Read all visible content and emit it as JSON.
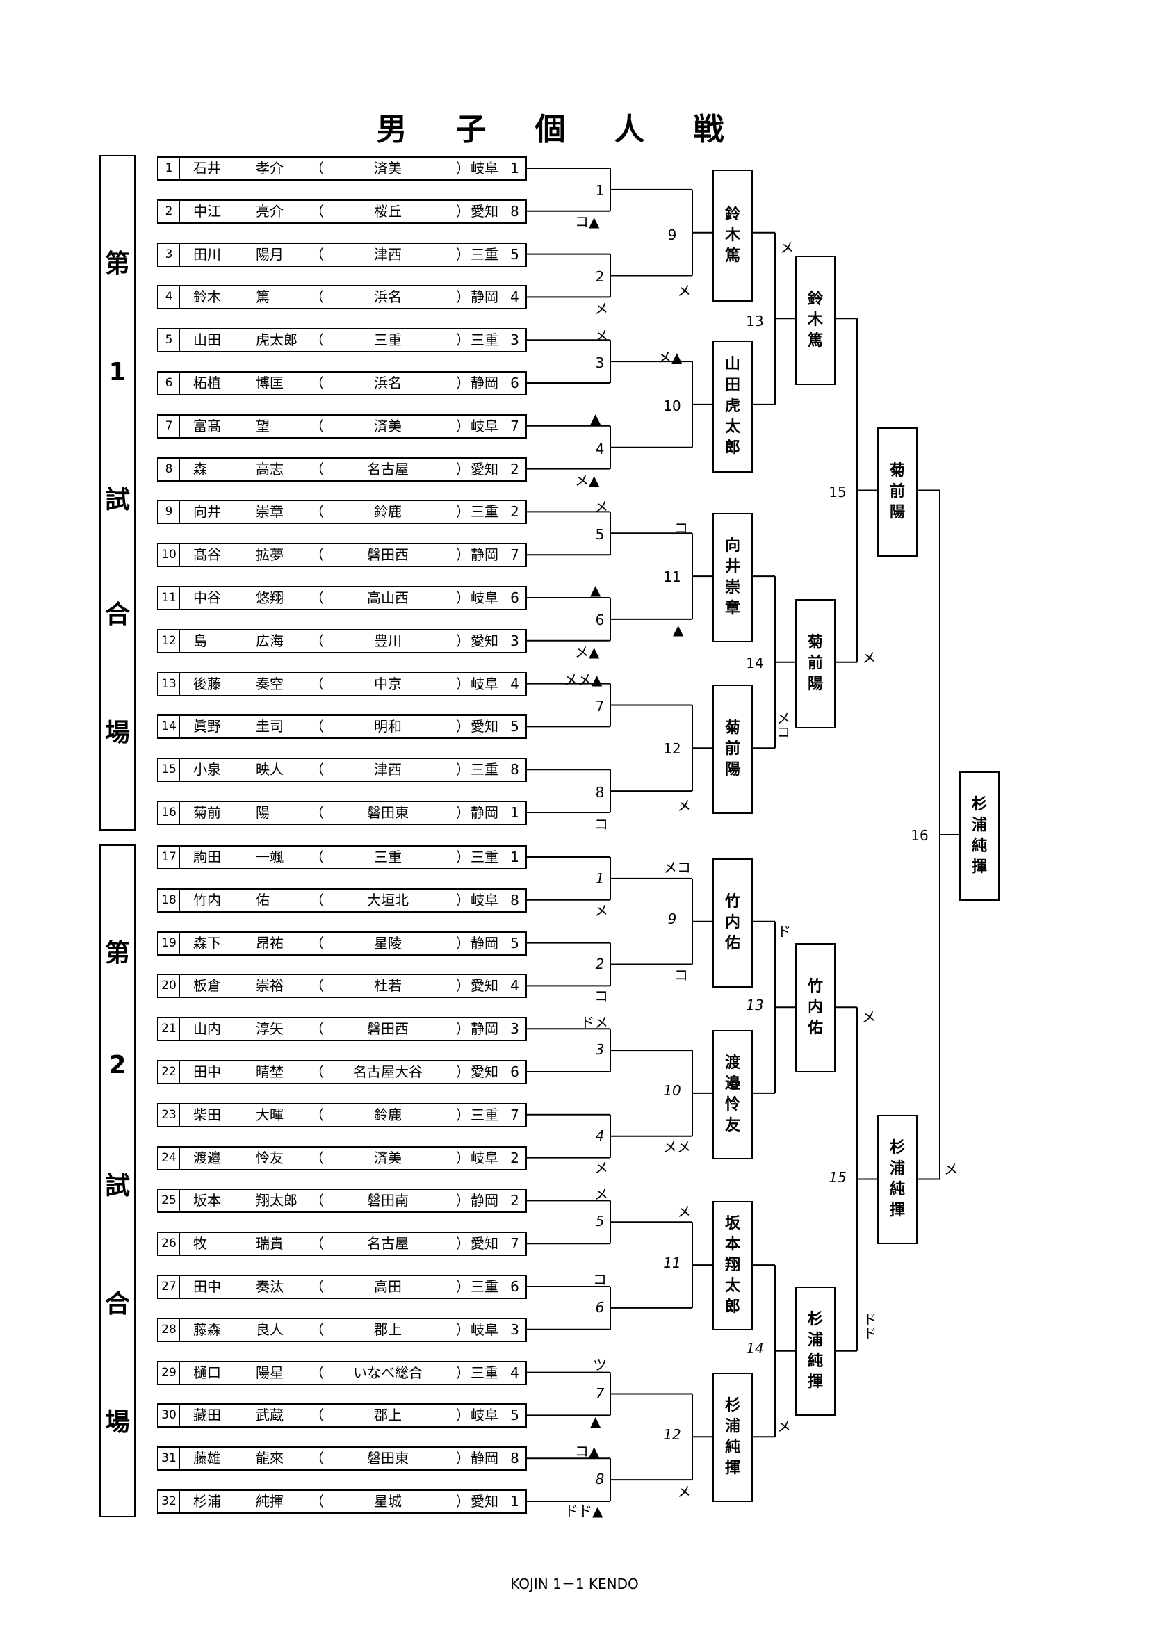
{
  "title": "男子個人戦",
  "courts": [
    {
      "chars": [
        "第",
        "1",
        "試",
        "合",
        "場"
      ]
    },
    {
      "chars": [
        "第",
        "2",
        "試",
        "合",
        "場"
      ]
    }
  ],
  "players": [
    {
      "num": "1",
      "last": "石井",
      "first": "孝介",
      "school": "済美",
      "pref": "岐阜",
      "rank": "1"
    },
    {
      "num": "2",
      "last": "中江",
      "first": "亮介",
      "school": "桜丘",
      "pref": "愛知",
      "rank": "8"
    },
    {
      "num": "3",
      "last": "田川",
      "first": "陽月",
      "school": "津西",
      "pref": "三重",
      "rank": "5"
    },
    {
      "num": "4",
      "last": "鈴木",
      "first": "篤",
      "school": "浜名",
      "pref": "静岡",
      "rank": "4"
    },
    {
      "num": "5",
      "last": "山田",
      "first": "虎太郎",
      "school": "三重",
      "pref": "三重",
      "rank": "3"
    },
    {
      "num": "6",
      "last": "柘植",
      "first": "博匡",
      "school": "浜名",
      "pref": "静岡",
      "rank": "6"
    },
    {
      "num": "7",
      "last": "富髙",
      "first": "望",
      "school": "済美",
      "pref": "岐阜",
      "rank": "7"
    },
    {
      "num": "8",
      "last": "森",
      "first": "高志",
      "school": "名古屋",
      "pref": "愛知",
      "rank": "2"
    },
    {
      "num": "9",
      "last": "向井",
      "first": "崇章",
      "school": "鈴鹿",
      "pref": "三重",
      "rank": "2"
    },
    {
      "num": "10",
      "last": "髙谷",
      "first": "拡夢",
      "school": "磐田西",
      "pref": "静岡",
      "rank": "7"
    },
    {
      "num": "11",
      "last": "中谷",
      "first": "悠翔",
      "school": "高山西",
      "pref": "岐阜",
      "rank": "6"
    },
    {
      "num": "12",
      "last": "島",
      "first": "広海",
      "school": "豊川",
      "pref": "愛知",
      "rank": "3"
    },
    {
      "num": "13",
      "last": "後藤",
      "first": "奏空",
      "school": "中京",
      "pref": "岐阜",
      "rank": "4"
    },
    {
      "num": "14",
      "last": "眞野",
      "first": "圭司",
      "school": "明和",
      "pref": "愛知",
      "rank": "5"
    },
    {
      "num": "15",
      "last": "小泉",
      "first": "映人",
      "school": "津西",
      "pref": "三重",
      "rank": "8"
    },
    {
      "num": "16",
      "last": "菊前",
      "first": "陽",
      "school": "磐田東",
      "pref": "静岡",
      "rank": "1"
    },
    {
      "num": "17",
      "last": "駒田",
      "first": "一颯",
      "school": "三重",
      "pref": "三重",
      "rank": "1"
    },
    {
      "num": "18",
      "last": "竹内",
      "first": "佑",
      "school": "大垣北",
      "pref": "岐阜",
      "rank": "8"
    },
    {
      "num": "19",
      "last": "森下",
      "first": "昂祐",
      "school": "星陵",
      "pref": "静岡",
      "rank": "5"
    },
    {
      "num": "20",
      "last": "板倉",
      "first": "崇裕",
      "school": "杜若",
      "pref": "愛知",
      "rank": "4"
    },
    {
      "num": "21",
      "last": "山内",
      "first": "淳矢",
      "school": "磐田西",
      "pref": "静岡",
      "rank": "3"
    },
    {
      "num": "22",
      "last": "田中",
      "first": "晴埜",
      "school": "名古屋大谷",
      "pref": "愛知",
      "rank": "6"
    },
    {
      "num": "23",
      "last": "柴田",
      "first": "大暉",
      "school": "鈴鹿",
      "pref": "三重",
      "rank": "7"
    },
    {
      "num": "24",
      "last": "渡邉",
      "first": "怜友",
      "school": "済美",
      "pref": "岐阜",
      "rank": "2"
    },
    {
      "num": "25",
      "last": "坂本",
      "first": "翔太郎",
      "school": "磐田南",
      "pref": "静岡",
      "rank": "2"
    },
    {
      "num": "26",
      "last": "牧",
      "first": "瑞貴",
      "school": "名古屋",
      "pref": "愛知",
      "rank": "7"
    },
    {
      "num": "27",
      "last": "田中",
      "first": "奏汰",
      "school": "高田",
      "pref": "三重",
      "rank": "6"
    },
    {
      "num": "28",
      "last": "藤森",
      "first": "良人",
      "school": "郡上",
      "pref": "岐阜",
      "rank": "3"
    },
    {
      "num": "29",
      "last": "樋口",
      "first": "陽星",
      "school": "いなべ総合",
      "pref": "三重",
      "rank": "4"
    },
    {
      "num": "30",
      "last": "藏田",
      "first": "武蔵",
      "school": "郡上",
      "pref": "岐阜",
      "rank": "5"
    },
    {
      "num": "31",
      "last": "藤雄",
      "first": "龍來",
      "school": "磐田東",
      "pref": "静岡",
      "rank": "8"
    },
    {
      "num": "32",
      "last": "杉浦",
      "first": "純揮",
      "school": "星城",
      "pref": "愛知",
      "rank": "1"
    }
  ],
  "winners": {
    "r2": [
      "鈴木篤",
      "山田虎太郎",
      "向井崇章",
      "菊前陽",
      "竹内佑",
      "渡邉怜友",
      "坂本翔太郎",
      "杉浦純揮"
    ],
    "r3": [
      "鈴木篤",
      "菊前陽",
      "竹内佑",
      "杉浦純揮"
    ],
    "r4": [
      "菊前陽",
      "杉浦純揮"
    ],
    "champion": "杉浦純揮"
  },
  "match_numbers": {
    "top_r1": [
      "1",
      "2",
      "3",
      "4",
      "5",
      "6",
      "7",
      "8"
    ],
    "top_r2": [
      "9",
      "10",
      "11",
      "12"
    ],
    "top_r3": [
      "13",
      "14"
    ],
    "top_r4": "15",
    "final": "16",
    "bot_r1": [
      "1",
      "2",
      "3",
      "4",
      "5",
      "6",
      "7",
      "8"
    ],
    "bot_r2": [
      "9",
      "10",
      "11",
      "12"
    ],
    "bot_r3": [
      "13",
      "14"
    ],
    "bot_r4": "15"
  },
  "marks": {
    "p1": "",
    "p2": "コ▲",
    "p3": "",
    "p4": "メ",
    "p5": "メ",
    "p6": "",
    "p7": "▲",
    "p8": "メ▲",
    "p9": "メ",
    "p10": "",
    "p11": "▲",
    "p12": "メ▲",
    "p13": "メメ▲",
    "p14": "",
    "p15": "",
    "p16": "コ",
    "p17": "",
    "p18": "メ",
    "p19": "",
    "p20": "コ",
    "p21": "ドメ",
    "p22": "",
    "p23": "",
    "p24": "メ",
    "p25": "メ",
    "p26": "",
    "p27": "コ",
    "p28": "",
    "p29": "ツ",
    "p30": "▲",
    "p31": "コ▲",
    "p32": "ドド▲",
    "m9": "メ",
    "m10": "メ▲",
    "m11a": "コ",
    "m11b": "▲",
    "m12": "メ",
    "m13a": "メ",
    "m14b": "メコ",
    "m15b": "メ",
    "bm9a": "メコ",
    "bm9b": "コ",
    "bm10": "メメ",
    "bm11": "メ",
    "bm12": "メ",
    "bm13a": "ド",
    "bm14b": "メ",
    "bm15a": "メ",
    "bm15b": "ドド",
    "final_mark": "メ"
  },
  "footer": "KOJIN 1－1 KENDO"
}
